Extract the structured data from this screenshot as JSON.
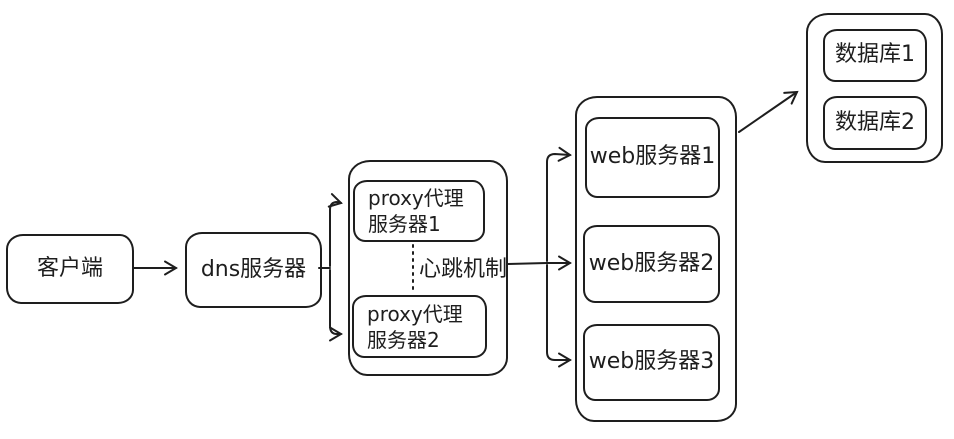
{
  "diagram": {
    "colors": {
      "stroke": "#1e1e1e",
      "background": "#ffffff"
    },
    "nodes": {
      "client": {
        "label": "客户端"
      },
      "dns": {
        "label": "dns服务器"
      },
      "proxy1": {
        "line1": "proxy代理",
        "line2": "服务器1"
      },
      "proxy2": {
        "line1": "proxy代理",
        "line2": "服务器2"
      },
      "web1": {
        "label": "web服务器1"
      },
      "web2": {
        "label": "web服务器2"
      },
      "web3": {
        "label": "web服务器3"
      },
      "db1": {
        "label": "数据库1"
      },
      "db2": {
        "label": "数据库2"
      }
    },
    "edges": [
      {
        "from": "client",
        "to": "dns",
        "style": "arrow"
      },
      {
        "from": "dns",
        "to": "proxy1",
        "style": "arrow"
      },
      {
        "from": "dns",
        "to": "proxy2",
        "style": "arrow"
      },
      {
        "from": "proxy1",
        "to": "proxy2",
        "style": "dotted",
        "label": "心跳机制"
      },
      {
        "from": "proxy-group",
        "to": "web1",
        "style": "arrow"
      },
      {
        "from": "proxy-group",
        "to": "web2",
        "style": "arrow"
      },
      {
        "from": "proxy-group",
        "to": "web3",
        "style": "arrow"
      },
      {
        "from": "web-group",
        "to": "db-group",
        "style": "arrow"
      }
    ]
  }
}
